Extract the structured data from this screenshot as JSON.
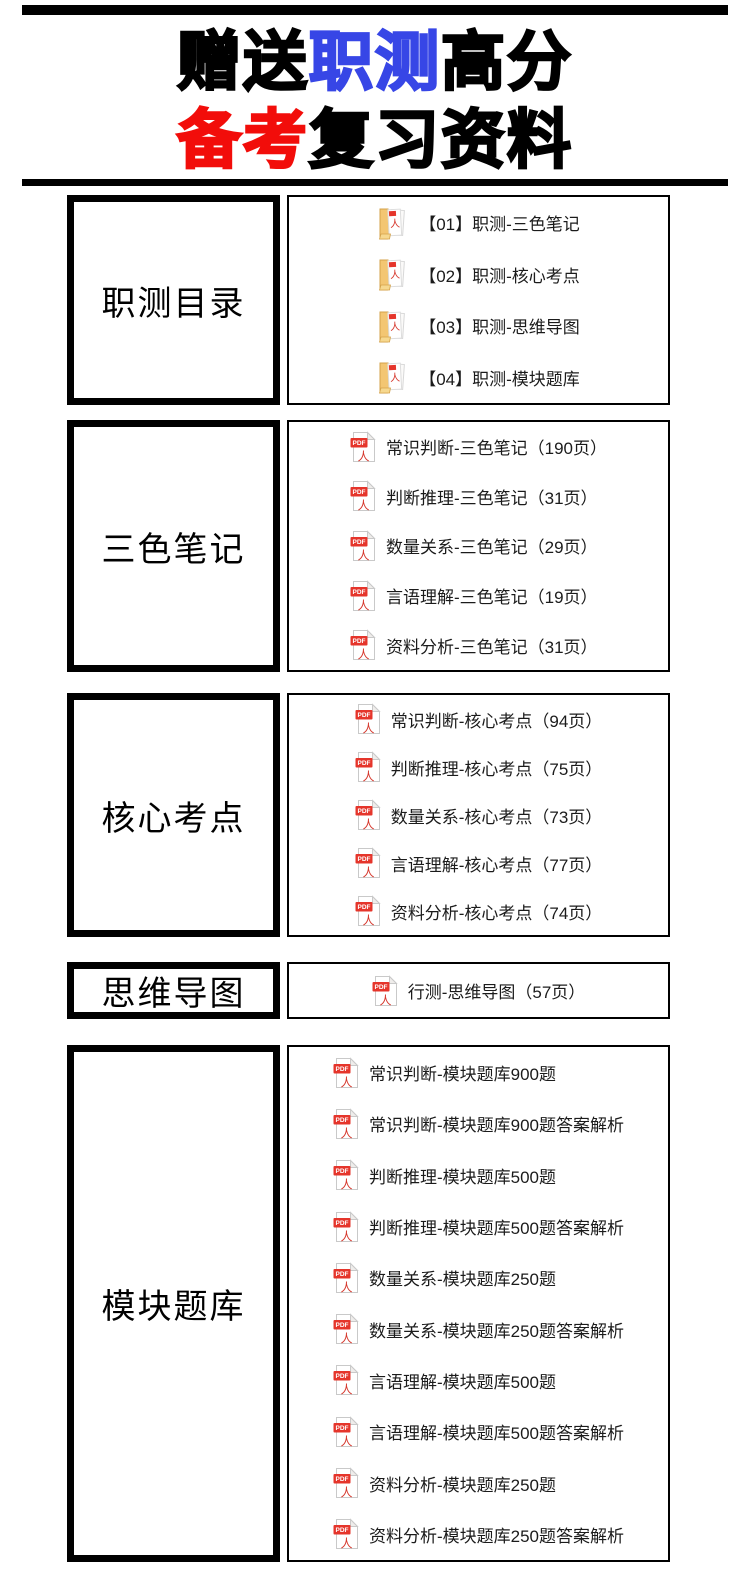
{
  "title": {
    "line1_parts": [
      {
        "text": "赠送",
        "color": "#000000"
      },
      {
        "text": "职测",
        "color": "#3746e6"
      },
      {
        "text": "高分",
        "color": "#000000"
      }
    ],
    "line2_parts": [
      {
        "text": "备考",
        "color": "#f20d0a"
      },
      {
        "text": "复习资料",
        "color": "#000000"
      }
    ]
  },
  "icons": {
    "pdf_badge_label": "PDF",
    "pdf_badge_color": "#e5352b",
    "pdf_glyph_color": "#d6372c",
    "folder_color": "#f3c672"
  },
  "sections": [
    {
      "label": "职测目录",
      "icon": "pdf-folder-icon",
      "items": [
        "【01】职测-三色笔记",
        "【02】职测-核心考点",
        "【03】职测-思维导图",
        "【04】职测-模块题库"
      ]
    },
    {
      "label": "三色笔记",
      "icon": "pdf-file-icon",
      "items": [
        "常识判断-三色笔记（190页）",
        "判断推理-三色笔记（31页）",
        "数量关系-三色笔记（29页）",
        "言语理解-三色笔记（19页）",
        "资料分析-三色笔记（31页）"
      ]
    },
    {
      "label": "核心考点",
      "icon": "pdf-file-icon",
      "items": [
        "常识判断-核心考点（94页）",
        "判断推理-核心考点（75页）",
        "数量关系-核心考点（73页）",
        "言语理解-核心考点（77页）",
        "资料分析-核心考点（74页）"
      ]
    },
    {
      "label": "思维导图",
      "icon": "pdf-file-icon",
      "items": [
        "行测-思维导图（57页）"
      ]
    },
    {
      "label": "模块题库",
      "icon": "pdf-file-icon",
      "items": [
        "常识判断-模块题库900题",
        "常识判断-模块题库900题答案解析",
        "判断推理-模块题库500题",
        "判断推理-模块题库500题答案解析",
        "数量关系-模块题库250题",
        "数量关系-模块题库250题答案解析",
        "言语理解-模块题库500题",
        "言语理解-模块题库500题答案解析",
        "资料分析-模块题库250题",
        "资料分析-模块题库250题答案解析"
      ]
    }
  ]
}
